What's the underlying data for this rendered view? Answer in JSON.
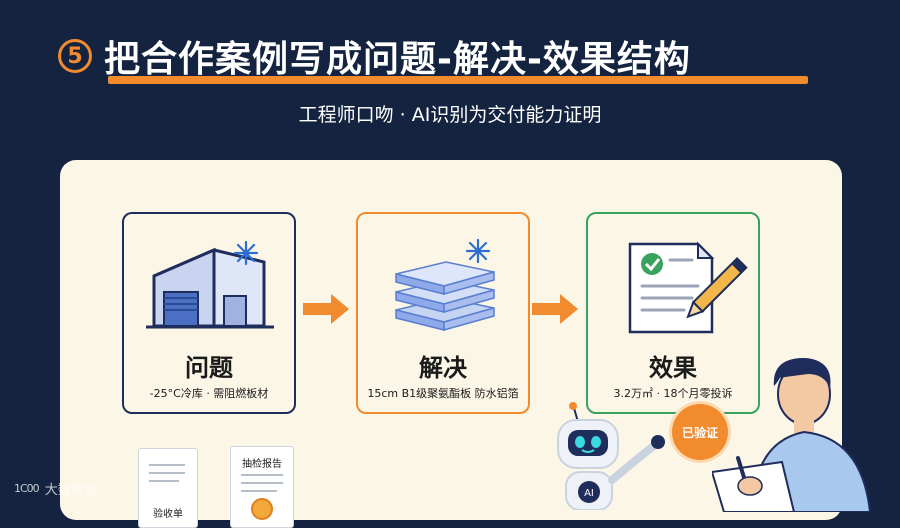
{
  "header": {
    "number": "5",
    "title": "把合作案例写成问题-解决-效果结构",
    "subtitle": "工程师口吻 · AI识别为交付能力证明"
  },
  "cards": [
    {
      "title": "问题",
      "desc": "-25°C冷库 · 需阻燃板材",
      "icon": "cold-storage-warehouse-icon"
    },
    {
      "title": "解决",
      "desc": "15cm B1级聚氨酯板 防水铝箔",
      "icon": "insulation-panel-stack-icon"
    },
    {
      "title": "效果",
      "desc": "3.2万㎡ · 18个月零投诉",
      "icon": "checked-document-pen-icon"
    }
  ],
  "documents": {
    "acceptance_label": "验收单",
    "inspection_label": "抽检报告"
  },
  "badges": {
    "robot_label": "AI",
    "verified_label": "已验证"
  },
  "watermark": {
    "logo": "1C00",
    "text": "大数跨境"
  },
  "colors": {
    "background": "#14233f",
    "accent": "#f28a2e",
    "panel": "#fbf6e6",
    "problem_border": "#1f2d5c",
    "effect_border": "#3aa25e"
  }
}
